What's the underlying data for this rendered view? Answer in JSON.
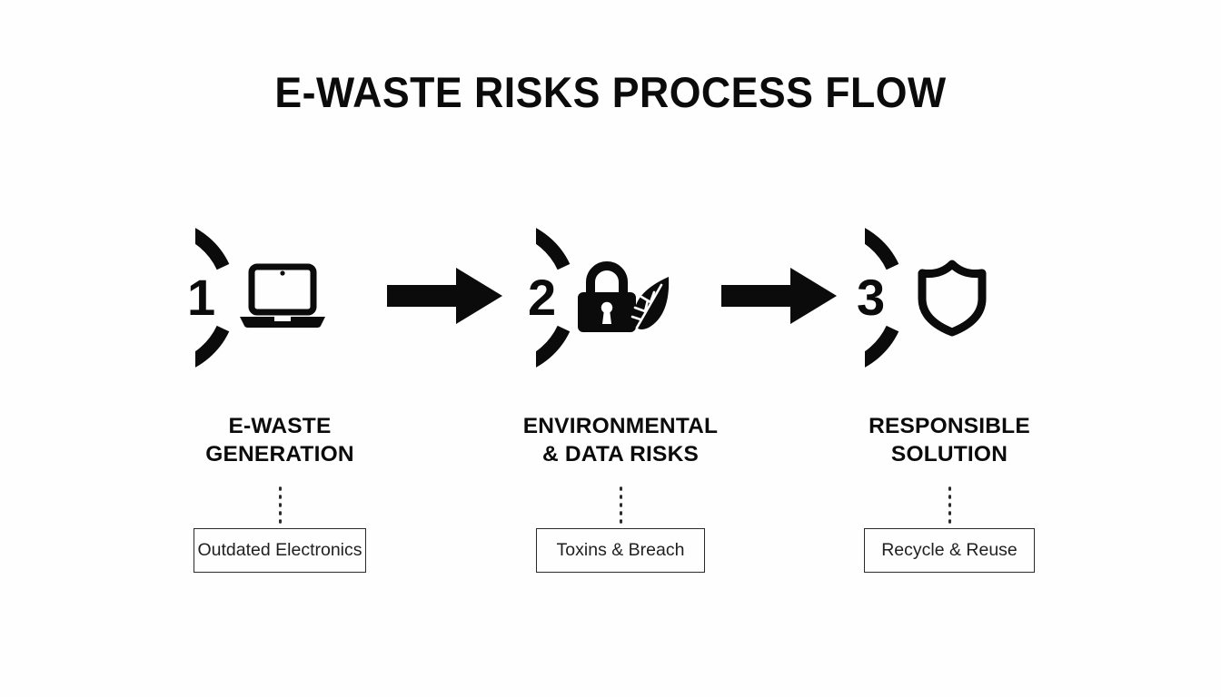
{
  "page": {
    "title": "E-WASTE RISKS PROCESS FLOW",
    "background_color": "#fefefe",
    "ink_color": "#0b0b0b"
  },
  "steps": [
    {
      "number": "1",
      "icon": "laptop-icon",
      "caption_line1": "E-WASTE",
      "caption_line2": "GENERATION",
      "tag": "Outdated Electronics"
    },
    {
      "number": "2",
      "icon": "padlock-leaf-icon",
      "caption_line1": "ENVIRONMENTAL",
      "caption_line2": "& DATA RISKS",
      "tag": "Toxins & Breach"
    },
    {
      "number": "3",
      "icon": "shield-icon",
      "caption_line1": "RESPONSIBLE",
      "caption_line2": "SOLUTION",
      "tag": "Recycle & Reuse"
    }
  ],
  "connectors": [
    {
      "name": "arrow-step1-to-step2",
      "direction": "right"
    },
    {
      "name": "arrow-step2-to-step3",
      "direction": "right"
    }
  ]
}
